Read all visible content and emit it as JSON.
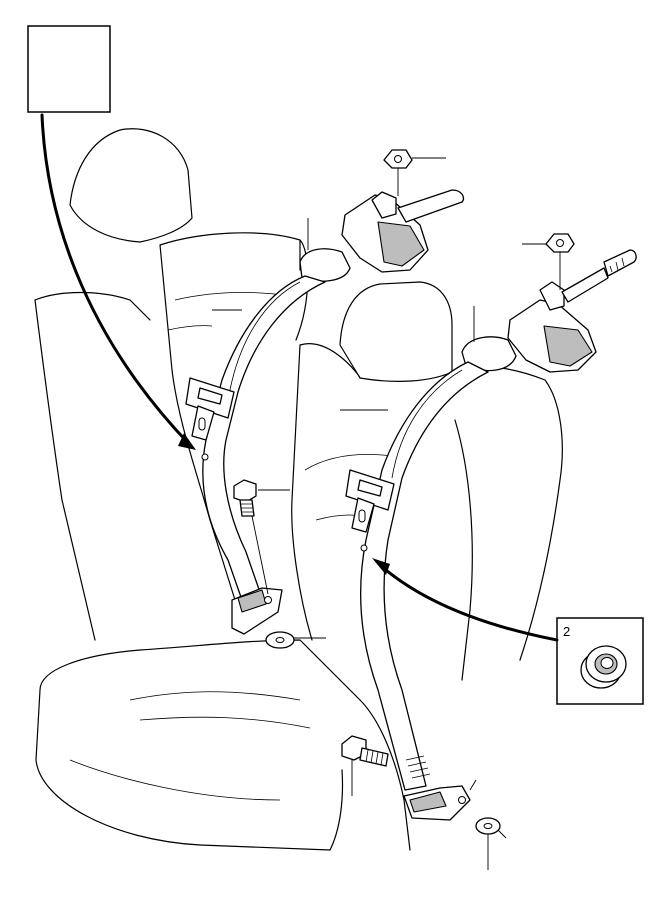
{
  "diagram": {
    "callouts": [
      {
        "id": "empty-callout",
        "label": ""
      },
      {
        "id": "spacer-callout",
        "label": "2"
      }
    ]
  }
}
